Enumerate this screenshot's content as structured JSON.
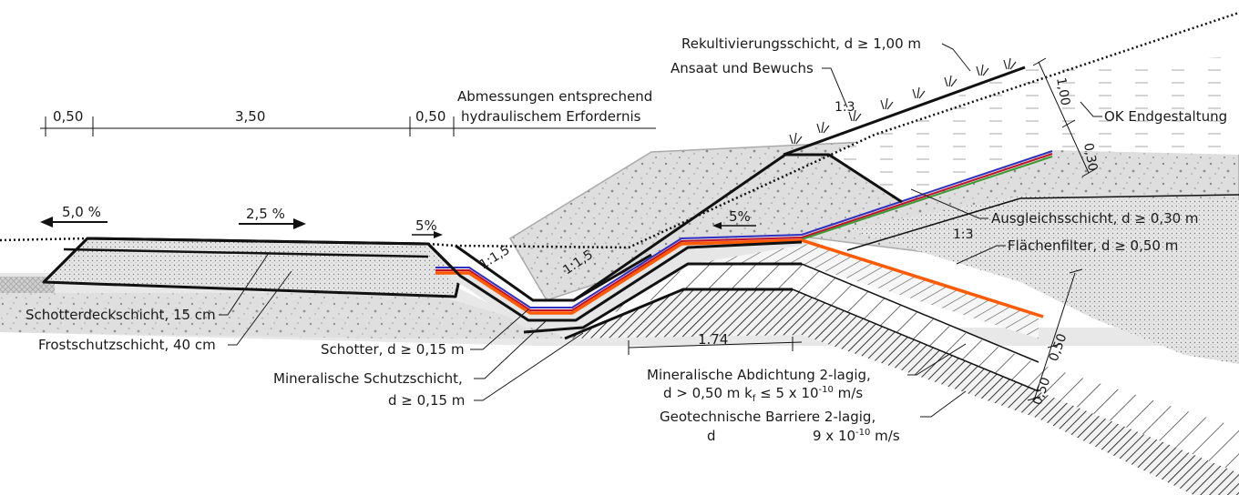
{
  "labels": {
    "rekultivierung": "Rekultivierungsschicht, d ≥ 1,00 m",
    "ansaat": "Ansaat und Bewuchs",
    "ok_endgestaltung": "OK Endgestaltung",
    "ausgleich": "Ausgleichsschicht, d ≥ 0,30 m",
    "flaechenfilter": "Flächenfilter, d ≥ 0,50 m",
    "schotterdeck": "Schotterdeckschicht, 15 cm",
    "frostschutz": "Frostschutzschicht, 40 cm",
    "schotter": "Schotter, d ≥ 0,15 m",
    "mineral_schutz_1": "Mineralische Schutzschicht,",
    "mineral_schutz_2": "d ≥ 0,15 m",
    "mineral_abdicht_1": "Mineralische Abdichtung 2-lagig,",
    "mineral_abdicht_2": "d > 0,50 m k",
    "mineral_abdicht_sub": "f",
    "mineral_abdicht_3": " ≤ 5 x 10",
    "mineral_abdicht_exp": "-10",
    "mineral_abdicht_4": " m/s",
    "geotech_1": "Geotechnische Barriere 2-lagig,",
    "geotech_2": "d",
    "geotech_3": "9 x 10",
    "geotech_exp": "-10",
    "geotech_4": " m/s",
    "abmessungen_1": "Abmessungen entsprechend",
    "abmessungen_2": "hydraulischem Erfordernis"
  },
  "dimensions": {
    "d1": "0,50",
    "d2": "3,50",
    "d3": "0,50",
    "d_174": "1.74",
    "d_100": "1,00",
    "d_030": "0,30",
    "d_050a": "0,50",
    "d_050b": "0,50"
  },
  "slopes": {
    "s_50": "5,0 %",
    "s_25": "2,5 %",
    "s_5a": "5%",
    "s_5b": "5%",
    "r_115a": "1:1,5",
    "r_115b": "1:1,5",
    "r_13a": "1:3",
    "r_13b": "1:3"
  },
  "colors": {
    "line": "#111111",
    "concrete": "#dcdcdc",
    "filter": "#e4e4e4",
    "hatch_gray": "#c8c8c8",
    "orange": "#ff5a00",
    "red": "#c0102a",
    "blue": "#3030c0",
    "green": "#3a9a30"
  }
}
